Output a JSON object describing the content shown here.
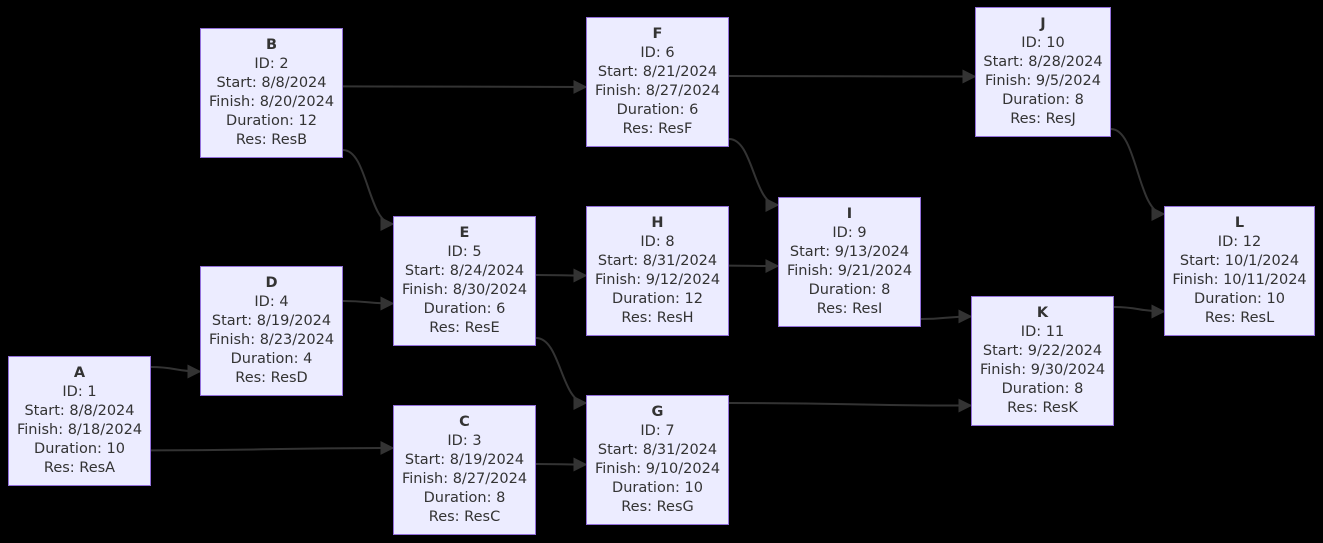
{
  "colors": {
    "background": "#000000",
    "node_fill": "#ECECFF",
    "node_border": "#9370DB",
    "text": "#333333",
    "edge": "#333333"
  },
  "nodes": {
    "A": {
      "name": "A",
      "id": "ID: 1",
      "start": "Start: 8/8/2024",
      "finish": "Finish: 8/18/2024",
      "duration": "Duration: 10",
      "res": "Res: ResA"
    },
    "B": {
      "name": "B",
      "id": "ID: 2",
      "start": "Start: 8/8/2024",
      "finish": "Finish: 8/20/2024",
      "duration": "Duration: 12",
      "res": "Res: ResB"
    },
    "C": {
      "name": "C",
      "id": "ID: 3",
      "start": "Start: 8/19/2024",
      "finish": "Finish: 8/27/2024",
      "duration": "Duration: 8",
      "res": "Res: ResC"
    },
    "D": {
      "name": "D",
      "id": "ID: 4",
      "start": "Start: 8/19/2024",
      "finish": "Finish: 8/23/2024",
      "duration": "Duration: 4",
      "res": "Res: ResD"
    },
    "E": {
      "name": "E",
      "id": "ID: 5",
      "start": "Start: 8/24/2024",
      "finish": "Finish: 8/30/2024",
      "duration": "Duration: 6",
      "res": "Res: ResE"
    },
    "F": {
      "name": "F",
      "id": "ID: 6",
      "start": "Start: 8/21/2024",
      "finish": "Finish: 8/27/2024",
      "duration": "Duration: 6",
      "res": "Res: ResF"
    },
    "G": {
      "name": "G",
      "id": "ID: 7",
      "start": "Start: 8/31/2024",
      "finish": "Finish: 9/10/2024",
      "duration": "Duration: 10",
      "res": "Res: ResG"
    },
    "H": {
      "name": "H",
      "id": "ID: 8",
      "start": "Start: 8/31/2024",
      "finish": "Finish: 9/12/2024",
      "duration": "Duration: 12",
      "res": "Res: ResH"
    },
    "I": {
      "name": "I",
      "id": "ID: 9",
      "start": "Start: 9/13/2024",
      "finish": "Finish: 9/21/2024",
      "duration": "Duration: 8",
      "res": "Res: ResI"
    },
    "J": {
      "name": "J",
      "id": "ID: 10",
      "start": "Start: 8/28/2024",
      "finish": "Finish: 9/5/2024",
      "duration": "Duration: 8",
      "res": "Res: ResJ"
    },
    "K": {
      "name": "K",
      "id": "ID: 11",
      "start": "Start: 9/22/2024",
      "finish": "Finish: 9/30/2024",
      "duration": "Duration: 8",
      "res": "Res: ResK"
    },
    "L": {
      "name": "L",
      "id": "ID: 12",
      "start": "Start: 10/1/2024",
      "finish": "Finish: 10/11/2024",
      "duration": "Duration: 10",
      "res": "Res: ResL"
    }
  },
  "edges": [
    {
      "from": "A",
      "to": "D"
    },
    {
      "from": "A",
      "to": "C"
    },
    {
      "from": "B",
      "to": "F"
    },
    {
      "from": "B",
      "to": "E"
    },
    {
      "from": "D",
      "to": "E"
    },
    {
      "from": "E",
      "to": "H"
    },
    {
      "from": "E",
      "to": "G"
    },
    {
      "from": "C",
      "to": "G"
    },
    {
      "from": "F",
      "to": "J"
    },
    {
      "from": "F",
      "to": "I"
    },
    {
      "from": "H",
      "to": "I"
    },
    {
      "from": "I",
      "to": "K"
    },
    {
      "from": "G",
      "to": "K"
    },
    {
      "from": "J",
      "to": "L"
    },
    {
      "from": "K",
      "to": "L"
    }
  ]
}
